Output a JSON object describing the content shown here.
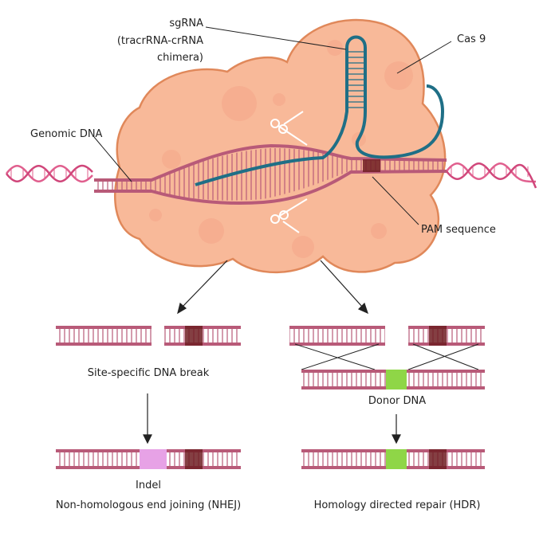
{
  "labels": {
    "sgrna_line1": "sgRNA",
    "sgrna_line2": "(tracrRNA-crRNA",
    "sgrna_line3": "chimera)",
    "cas9": "Cas 9",
    "genomic_dna": "Genomic DNA",
    "pam_sequence": "PAM sequence",
    "site_specific_break": "Site-specific DNA break",
    "donor_dna": "Donor DNA",
    "indel": "Indel",
    "nhej": "Non-homologous end joining (NHEJ)",
    "hdr": "Homology directed repair (HDR)"
  },
  "colors": {
    "cas9_fill": "#f8b999",
    "cas9_outline": "#e0885a",
    "dna_strand": "#b85a78",
    "helix_pink": "#e05f8e",
    "sgrna": "#1f6f86",
    "pam": "#6e1d22",
    "indel": "#e7a2e6",
    "donor": "#8fd647"
  }
}
